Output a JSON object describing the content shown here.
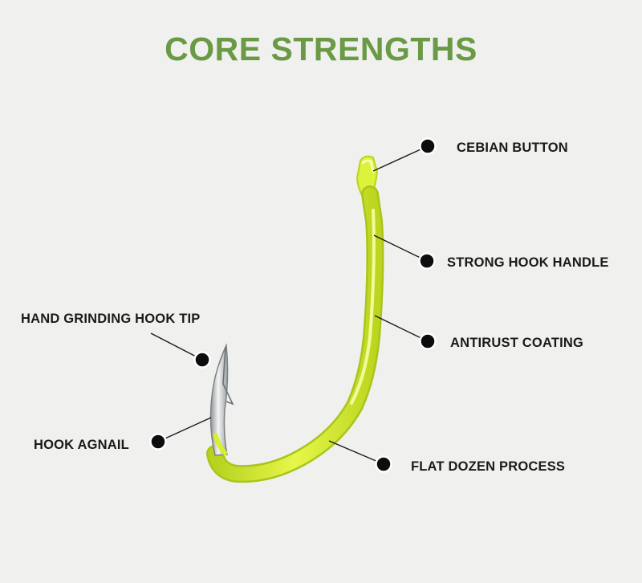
{
  "title": "CORE STRENGTHS",
  "colors": {
    "title": "#6a9a45",
    "hook": "#d8ef2a",
    "hook_highlight": "#f2fb9a",
    "hook_shadow": "#a9c51a",
    "steel": "#c7cbcd",
    "leader": "#1a1a1a",
    "dot": "#0d0d0d",
    "background": "#f0f1ef"
  },
  "callouts": [
    {
      "id": "cebian-button",
      "text": "CEBIAN BUTTON"
    },
    {
      "id": "strong-hook-handle",
      "text": "STRONG HOOK HANDLE"
    },
    {
      "id": "antirust-coating",
      "text": "ANTIRUST COATING"
    },
    {
      "id": "flat-dozen-process",
      "text": "FLAT DOZEN PROCESS"
    },
    {
      "id": "hand-grinding-hook-tip",
      "text": "HAND GRINDING HOOK TIP"
    },
    {
      "id": "hook-agnail",
      "text": "HOOK AGNAIL"
    }
  ]
}
